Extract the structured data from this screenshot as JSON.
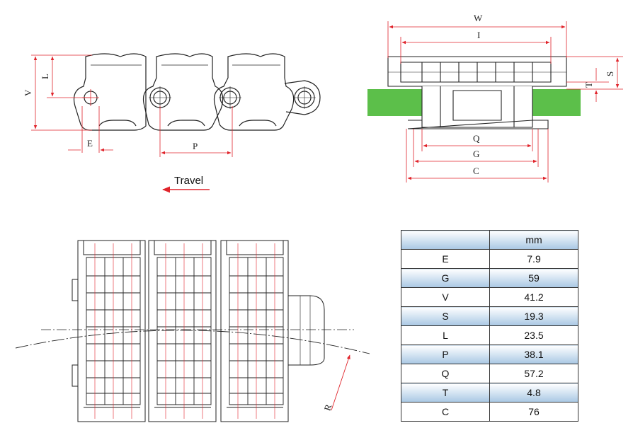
{
  "diagram": {
    "side_view": {
      "dim_labels": {
        "V": "V",
        "L": "L",
        "E": "E",
        "P": "P"
      },
      "travel_label": "Travel"
    },
    "end_view": {
      "dim_labels": {
        "W": "W",
        "I": "I",
        "S": "S",
        "T": "T",
        "Q": "Q",
        "G": "G",
        "C": "C"
      },
      "guide_color": "#5cbf4a"
    },
    "top_view": {
      "radius_label": "R"
    },
    "dimension_color": "#e0242b"
  },
  "spec_table": {
    "header": [
      "",
      "mm"
    ],
    "rows": [
      {
        "dim": "E",
        "value": "7.9"
      },
      {
        "dim": "G",
        "value": "59"
      },
      {
        "dim": "V",
        "value": "41.2"
      },
      {
        "dim": "S",
        "value": "19.3"
      },
      {
        "dim": "L",
        "value": "23.5"
      },
      {
        "dim": "P",
        "value": "38.1"
      },
      {
        "dim": "Q",
        "value": "57.2"
      },
      {
        "dim": "T",
        "value": "4.8"
      },
      {
        "dim": "C",
        "value": "76"
      }
    ]
  }
}
